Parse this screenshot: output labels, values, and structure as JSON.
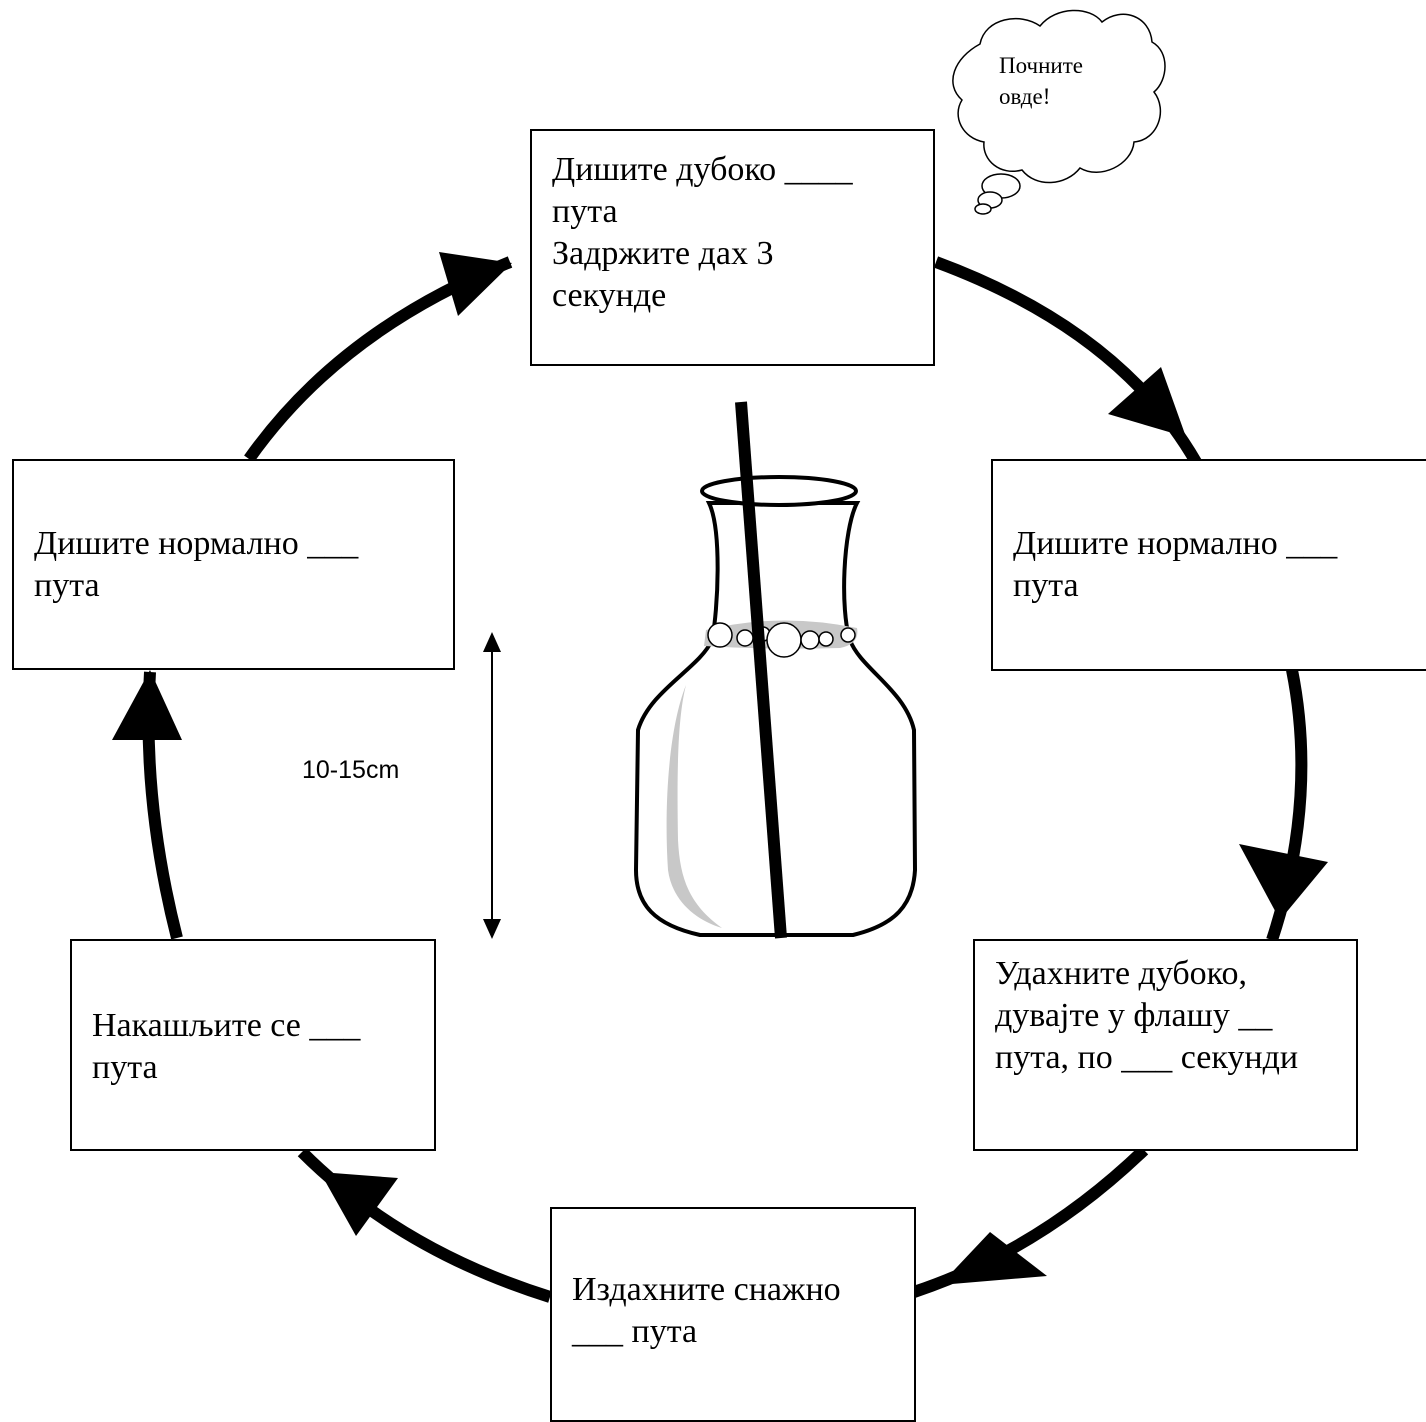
{
  "steps": [
    {
      "id": "top",
      "text": "Дишите дубоко ____\nпута\nЗадржите дах 3\nсекунде"
    },
    {
      "id": "right",
      "text": "Дишите нормално ___\nпута"
    },
    {
      "id": "bottom_right",
      "text": "Удахните дубоко,\nдувајте у флашу __\nпута, по ___ секунди"
    },
    {
      "id": "bottom",
      "text": "Издахните снажно\n___ пута"
    },
    {
      "id": "bottom_left",
      "text": "Накашљите се ___\nпута"
    },
    {
      "id": "left",
      "text": "Дишите нормално ___\nпута"
    }
  ],
  "start_bubble": "Почните\nовде!",
  "measure_label": "10-15cm",
  "colors": {
    "stroke": "#000000",
    "water": "#c8c8c8",
    "background": "#ffffff"
  }
}
